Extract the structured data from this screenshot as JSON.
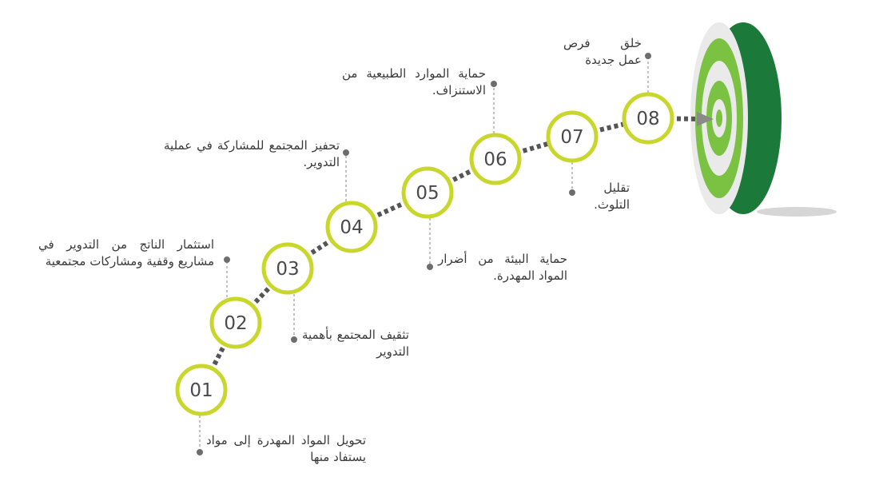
{
  "colors": {
    "ring": "#c9d72c",
    "path": "#555555",
    "connector": "#9a9a9a",
    "dot": "#6d6d6d",
    "target_dark": "#1b7a3a",
    "target_light": "#7cc242",
    "target_white": "#eaeaea",
    "arrow": "#8a8a8a"
  },
  "steps": [
    {
      "number": "01",
      "text": "تحويل المواد المهدرة إلى مواد يستفاد منها"
    },
    {
      "number": "02",
      "text": "استثمار الناتج من التدوير في مشاريع وقفية ومشاركات مجتمعية"
    },
    {
      "number": "03",
      "text": "تثقيف المجتمع بأهمية التدوير"
    },
    {
      "number": "04",
      "text": "تحفيز المجتمع للمشاركة في عملية التدوير."
    },
    {
      "number": "05",
      "text": "حماية البيئة من أضرار المواد المهدرة."
    },
    {
      "number": "06",
      "text": "حماية الموارد الطبيعية من الاستنزاف."
    },
    {
      "number": "07",
      "text": "تقليل التلوث."
    },
    {
      "number": "08",
      "text": "خلق فرص عمل جديدة"
    }
  ]
}
